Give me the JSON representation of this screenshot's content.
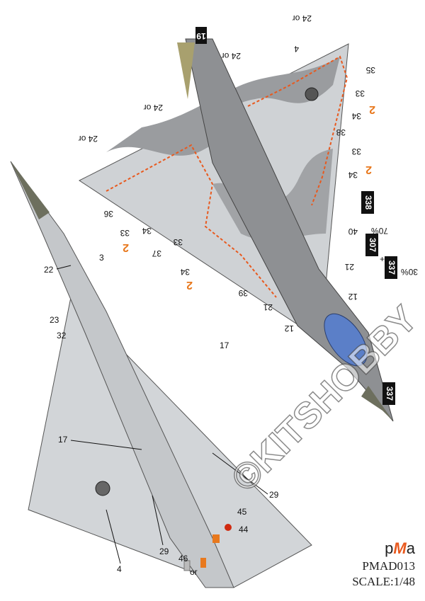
{
  "sheet": {
    "brand": "pMa",
    "product_code": "PMAD013",
    "scale": "SCALE:1/48",
    "watermark": "©KITSHOBBY"
  },
  "upper_view": {
    "callouts": [
      "24 or",
      "24 or",
      "24 or",
      "24 or",
      "4",
      "35",
      "33",
      "34",
      "33",
      "34",
      "38",
      "338",
      "40",
      "21",
      "12",
      "21",
      "12",
      "39",
      "33",
      "34",
      "36",
      "33",
      "34",
      "37",
      "19",
      "337"
    ],
    "mix": {
      "first_percent": "70%",
      "first_code": "307",
      "plus": "+",
      "second_percent": "30%",
      "second_code": "337"
    },
    "orange_marks": [
      "2",
      "2",
      "2",
      "2"
    ]
  },
  "lower_view": {
    "callouts": [
      "22",
      "3",
      "23",
      "32",
      "17",
      "17",
      "29",
      "29",
      "4",
      "45",
      "44",
      "46",
      "or"
    ]
  },
  "colors": {
    "orange": "#e8791e",
    "camo_light": "#c9cccf",
    "camo_dark": "#8f9194",
    "radome": "#6d6f5e",
    "canopy": "#5b7fc8",
    "marking_box": "#111111"
  }
}
